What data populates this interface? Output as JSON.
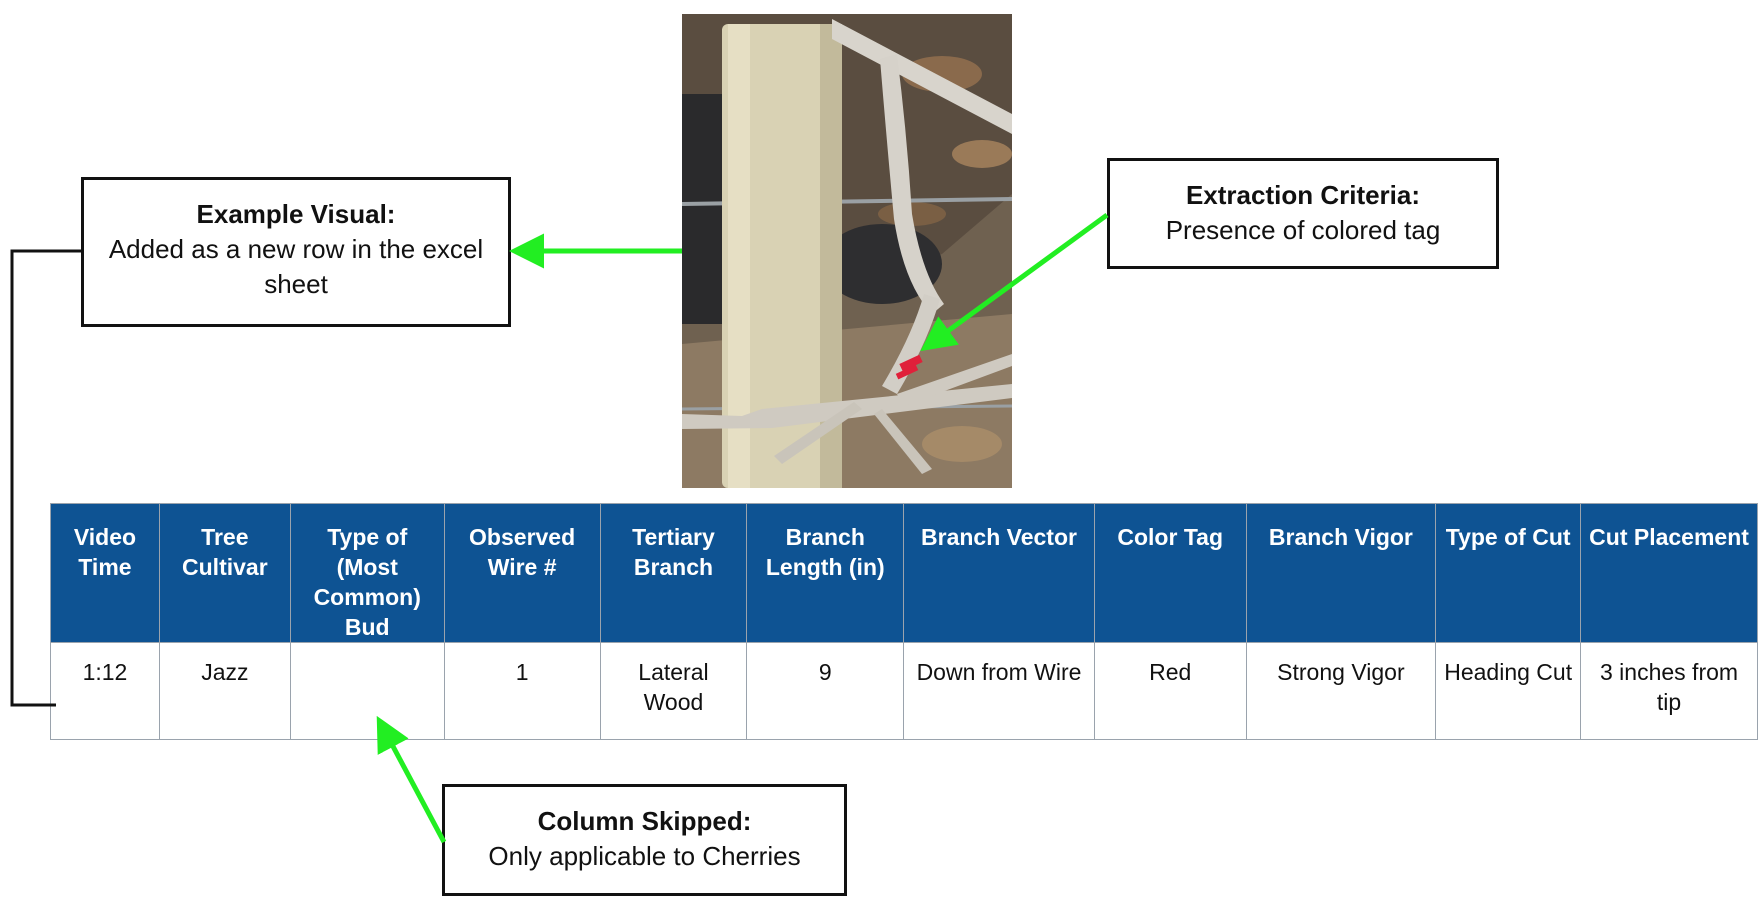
{
  "callouts": {
    "example_visual": {
      "title": "Example Visual:",
      "text": "Added as a new row in the excel sheet"
    },
    "extraction_criteria": {
      "title": "Extraction Criteria:",
      "text": "Presence of colored tag"
    },
    "column_skipped": {
      "title": "Column Skipped:",
      "text": "Only applicable to Cherries"
    }
  },
  "table": {
    "headers": [
      "Video Time",
      "Tree Cultivar",
      "Type of (Most Common) Bud",
      "Observed Wire #",
      "Tertiary Branch",
      "Branch Length (in)",
      "Branch Vector",
      "Color Tag",
      "Branch Vigor",
      "Type of Cut",
      "Cut Placement"
    ],
    "row": [
      "1:12",
      "Jazz",
      "",
      "1",
      "Lateral Wood",
      "9",
      "Down from Wire",
      "Red",
      "Strong Vigor",
      "Heading Cut",
      "3 inches from tip"
    ]
  },
  "colors": {
    "header_bg": "#0e5393",
    "arrow": "#22ee22",
    "tag": "#e0203a"
  },
  "photo": {
    "subject": "tree branch with colored tag on trellis post"
  }
}
